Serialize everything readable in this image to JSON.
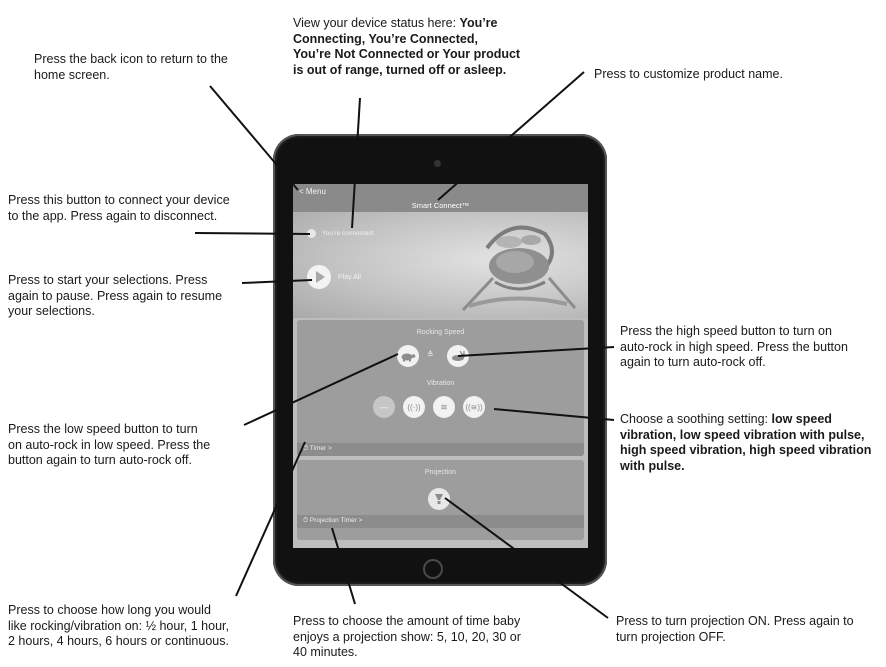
{
  "app": {
    "menu_label": "< Menu",
    "title": "Smart Connect™",
    "connection_status": "You’re connected!",
    "play_all_label": "Play All",
    "rocking_speed_title": "Rocking Speed",
    "vibration_title": "Vibration",
    "timer_label": "Timer >",
    "projection_title": "Projection",
    "projection_timer_label": "Projection Timer >"
  },
  "annotations": {
    "status": {
      "lead": "View your device status here: ",
      "line1": "You’re",
      "line2": "Connecting, You’re Connected,",
      "line3": "You’re Not Connected or Your product",
      "line4": "is out of range, turned off or asleep."
    },
    "back": {
      "line1": "Press the back icon to return to the",
      "line2": "home screen."
    },
    "name": {
      "line1": "Press to customize product name."
    },
    "connect": {
      "line1": "Press this button to connect your device",
      "line2": "to the app. Press again to disconnect."
    },
    "play": {
      "line1": "Press to start your selections. Press",
      "line2": "again to pause. Press again to resume",
      "line3": "your selections."
    },
    "high": {
      "line1": "Press the high speed button to turn on",
      "line2": "auto-rock in high speed. Press the button",
      "line3": "again to turn auto-rock off."
    },
    "low": {
      "line1": "Press the low speed button to turn",
      "line2": "on auto-rock in low speed. Press the",
      "line3": "button again to turn auto-rock off."
    },
    "vibration": {
      "lead": "Choose a soothing setting: ",
      "line1": "low speed",
      "line2": "vibration, low speed vibration with pulse,",
      "line3": "high speed vibration, high speed vibration",
      "line4": "with pulse."
    },
    "timer": {
      "line1": "Press to choose how long you would",
      "line2": "like rocking/vibration on: ½ hour, 1 hour,",
      "line3": "2 hours, 4 hours, 6 hours or continuous."
    },
    "projection_timer": {
      "line1": "Press to choose the amount of time baby",
      "line2": "enjoys a projection show: 5, 10, 20, 30 or",
      "line3": "40 minutes."
    },
    "projection": {
      "line1": "Press to turn projection ON. Press again to",
      "line2": "turn projection OFF."
    }
  },
  "icons": {
    "back": "chevron-left-icon",
    "connect": "toggle-dot-icon",
    "play": "play-icon",
    "low_speed": "turtle-icon",
    "high_speed": "rabbit-icon",
    "vibration_off": "minus-icon",
    "vibration_low_pulse": "pulse-wave-icon",
    "vibration_high": "wave-lines-icon",
    "vibration_high_pulse": "wave-lines-pulse-icon",
    "timer": "clock-icon",
    "projection": "projector-icon"
  },
  "colors": {
    "header": "#8a8a8a",
    "screen": "#bdbdbd",
    "card": "#9d9d9d",
    "button": "#f2f2f2",
    "leader": "#111111"
  }
}
